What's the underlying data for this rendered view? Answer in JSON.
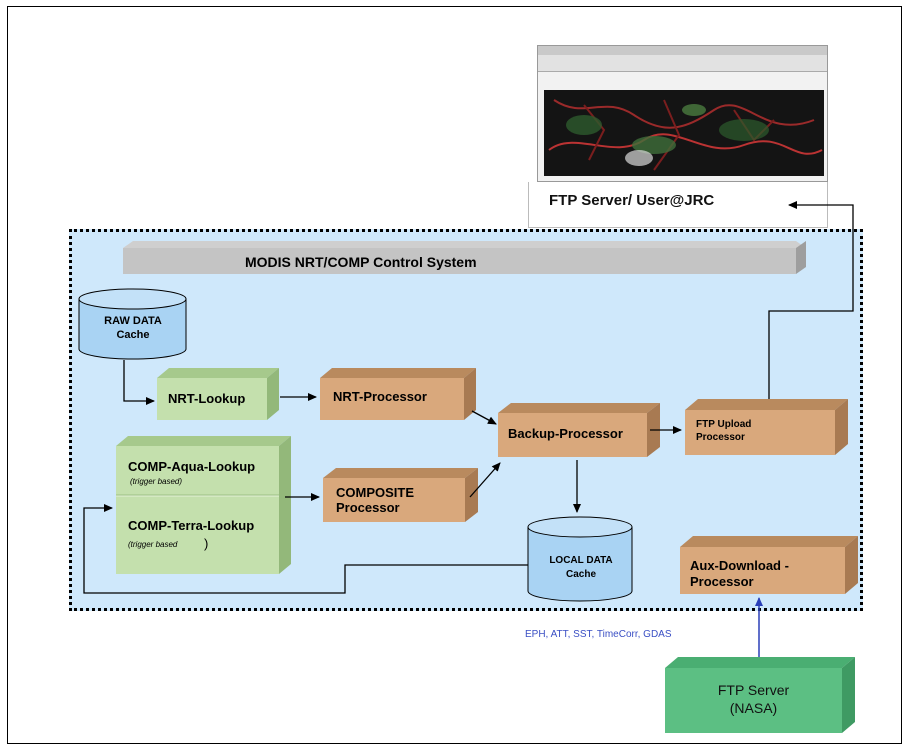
{
  "title": "MODIS NRT/COMP Control System",
  "ftp_user": "FTP Server/ User@JRC",
  "raw_cache": {
    "line1": "RAW DATA",
    "line2": "Cache"
  },
  "local_cache": {
    "line1": "LOCAL  DATA",
    "line2": "Cache"
  },
  "nrt_lookup": "NRT-Lookup",
  "nrt_processor": "NRT-Processor",
  "backup_processor": "Backup-Processor",
  "ftp_upload": {
    "line1": "FTP Upload",
    "line2": "Processor"
  },
  "comp_aqua": {
    "label": "COMP-Aqua-Lookup",
    "note": "(trigger based)"
  },
  "comp_terra": {
    "label": "COMP-Terra-Lookup",
    "note": "(trigger based",
    "close": ")"
  },
  "composite": {
    "line1": "COMPOSITE",
    "line2": "Processor"
  },
  "aux_download": {
    "line1": "Aux-Download -",
    "line2": "Processor"
  },
  "aux_inputs": "EPH, ATT, SST, TimeCorr, GDAS",
  "ftp_nasa": {
    "line1": "FTP Server",
    "line2": "(NASA)"
  },
  "colors": {
    "background_area": "#cfe8fb",
    "processor_front": "#d9a87c",
    "processor_top": "#b98a5e",
    "processor_side": "#a87a52",
    "lookup_front": "#c4e0ad",
    "lookup_top": "#a6c98c",
    "nasa_front": "#5cbf83",
    "cache_fill": "#a9d3f3",
    "aux_text": "#3a4fc4"
  }
}
